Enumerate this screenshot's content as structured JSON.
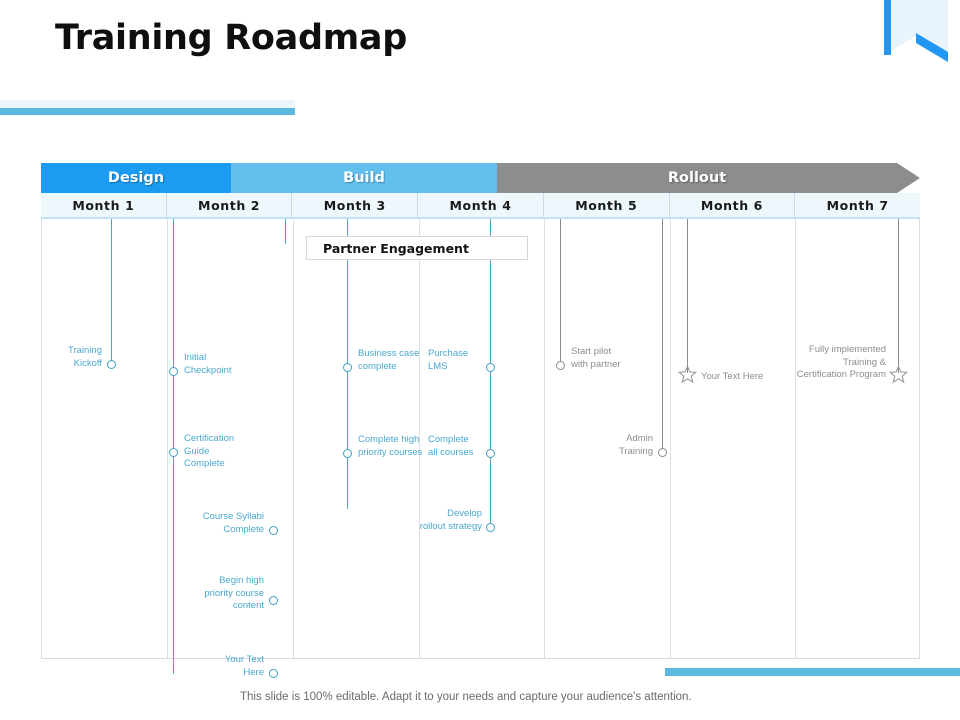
{
  "slide": {
    "title": "Training Roadmap",
    "footer_note": "This slide is 100% editable. Adapt it to your needs and capture your audience's attention."
  },
  "colors": {
    "accent_blue": "#5bb9e0",
    "phase_design": "#1b9cf0",
    "phase_build": "#63c0ee",
    "phase_rollout": "#8d8d8d",
    "milestone_blue": "#4aa8cf",
    "milestone_gray": "#8d8d8d",
    "month_header_bg": "#eef8fc"
  },
  "phases": [
    {
      "label": "Design"
    },
    {
      "label": "Build"
    },
    {
      "label": "Rollout"
    }
  ],
  "months": [
    {
      "label": "Month 1"
    },
    {
      "label": "Month 2"
    },
    {
      "label": "Month 3"
    },
    {
      "label": "Month 4"
    },
    {
      "label": "Month 5"
    },
    {
      "label": "Month 6"
    },
    {
      "label": "Month 7"
    }
  ],
  "callout": {
    "label": "Partner Engagement"
  },
  "milestones": [
    {
      "label": "Training\nKickoff",
      "marker": "circle",
      "color": "blue",
      "align": "right"
    },
    {
      "label": "Initial\nCheckpoint",
      "marker": "circle",
      "color": "blue",
      "align": "left"
    },
    {
      "label": "Certification\nGuide\nComplete",
      "marker": "circle",
      "color": "blue",
      "align": "left"
    },
    {
      "label": "Course Syllabi\nComplete",
      "marker": "circle",
      "color": "blue",
      "align": "right"
    },
    {
      "label": "Begin high\npriority course\ncontent",
      "marker": "circle",
      "color": "blue",
      "align": "right"
    },
    {
      "label": "Your Text\nHere",
      "marker": "circle",
      "color": "blue",
      "align": "right"
    },
    {
      "label": "Business case\ncomplete",
      "marker": "circle",
      "color": "blue",
      "align": "left"
    },
    {
      "label": "Complete high\npriority courses",
      "marker": "circle",
      "color": "blue",
      "align": "left"
    },
    {
      "label": "Purchase\nLMS",
      "marker": "circle",
      "color": "blue",
      "align": "left"
    },
    {
      "label": "Complete\nall courses",
      "marker": "circle",
      "color": "blue",
      "align": "left"
    },
    {
      "label": "Develop\nrollout strategy",
      "marker": "circle",
      "color": "blue",
      "align": "right"
    },
    {
      "label": "Start pilot\nwith partner",
      "marker": "circle",
      "color": "gray",
      "align": "left"
    },
    {
      "label": "Admin\nTraining",
      "marker": "circle",
      "color": "gray",
      "align": "right"
    },
    {
      "label": "Your Text Here",
      "marker": "star",
      "color": "gray",
      "align": "left"
    },
    {
      "label": "Fully implemented\nTraining &\nCertification Program",
      "marker": "star",
      "color": "gray",
      "align": "right"
    }
  ]
}
